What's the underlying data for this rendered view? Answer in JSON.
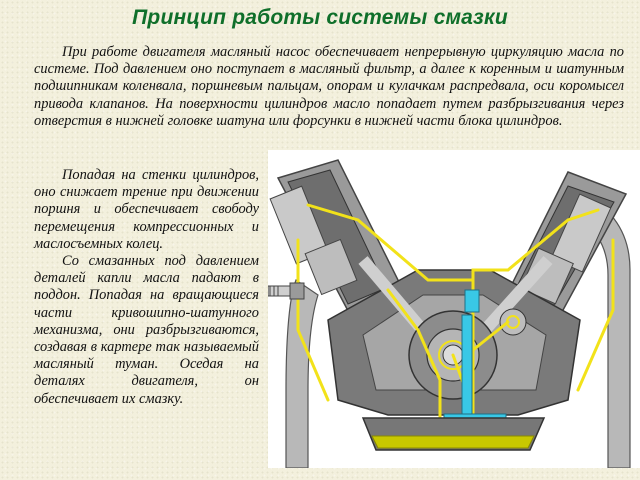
{
  "title": "Принцип работы системы смазки",
  "intro_paragraph": "При работе двигателя масляный насос обеспечивает непрерывную циркуляцию масла по системе. Под давлением оно поступает в масляный фильтр, а далее к коренным и шатунным подшипникам коленвала, поршневым пальцам, опорам и кулачкам распредвала, оси коромысел привода клапанов. На поверхности цилиндров масло попадает путем разбрызгивания через отверстия в нижней головке шатуна или форсунки в нижней части блока цилиндров.",
  "column": {
    "paragraph_1": "Попадая на стенки цилиндров, оно снижает трение при движении поршня и обеспечивает свободу перемещения компрессионных и маслосъемных колец.",
    "paragraph_2": "Со смазанных под давлением деталей капли масла падают в поддон. Попадая на вращающиеся части кривошипно-шатунного механизма, они разбрызгиваются, создавая в картере так называемый масляный туман. Оседая на деталях двигателя, он обеспечивает их смазку."
  },
  "colors": {
    "title": "#0f6f2a",
    "oil": "#f2e21a",
    "oil_pan": "#c8c800",
    "pump": "#39c8e6",
    "metal_dark": "#6e6e6e",
    "metal_mid": "#9a9a9a",
    "metal_light": "#c9c9c9"
  },
  "figure": {
    "name": "v-engine-lubrication-diagram"
  }
}
